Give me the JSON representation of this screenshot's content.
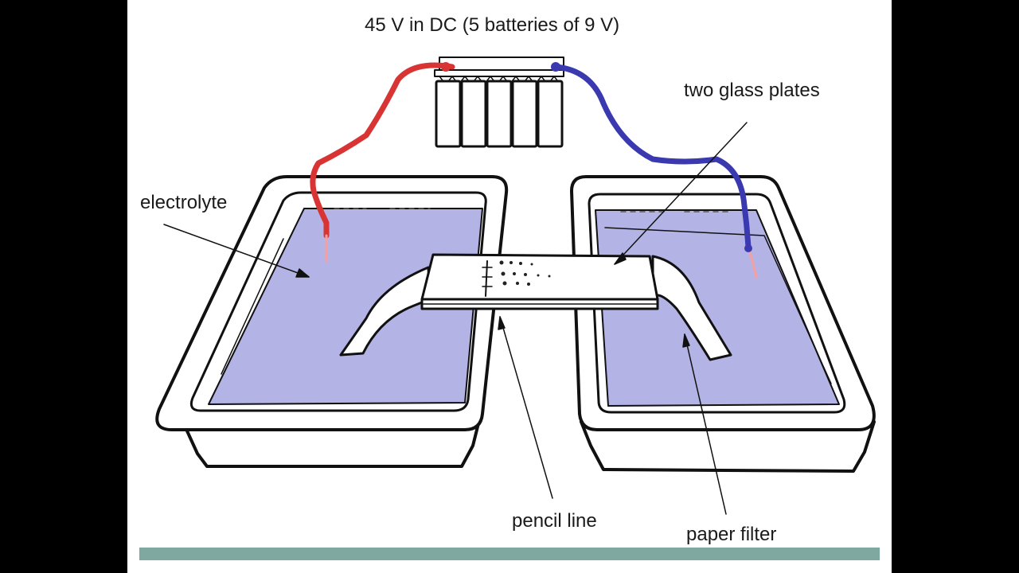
{
  "labels": {
    "title": "45 V in DC (5 batteries of 9 V)",
    "glass_plates": "two glass plates",
    "electrolyte": "electrolyte",
    "pencil_line": "pencil line",
    "paper_filter": "paper filter"
  },
  "colors": {
    "background": "#000000",
    "slide": "#ffffff",
    "electrolyte_fill": "#b3b3e6",
    "positive_wire": "#d93434",
    "negative_wire": "#3a39b0",
    "wire_tip": "#f5a0a0",
    "outline": "#111111",
    "bottom_bar": "#7fa8a0"
  }
}
